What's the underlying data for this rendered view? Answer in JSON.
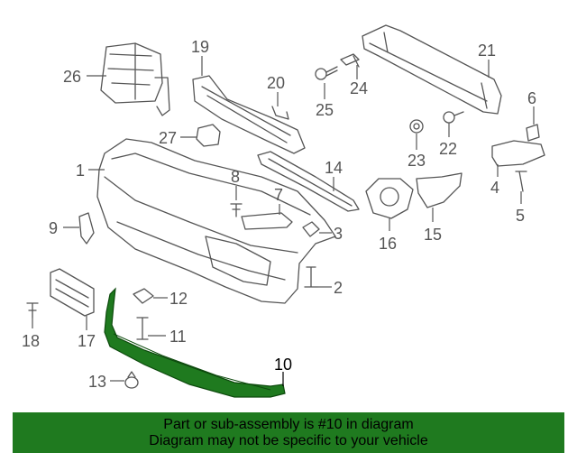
{
  "callouts": {
    "c1": "1",
    "c2": "2",
    "c3": "3",
    "c4": "4",
    "c5": "5",
    "c6": "6",
    "c7": "7",
    "c8": "8",
    "c9": "9",
    "c10": "10",
    "c11": "11",
    "c12": "12",
    "c13": "13",
    "c14": "14",
    "c15": "15",
    "c16": "16",
    "c17": "17",
    "c18": "18",
    "c19": "19",
    "c20": "20",
    "c21": "21",
    "c22": "22",
    "c23": "23",
    "c24": "24",
    "c25": "25",
    "c26": "26",
    "c27": "27"
  },
  "highlight": {
    "part": "10",
    "color": "#1f7a1f"
  },
  "banner": {
    "line1": "Part or sub-assembly is #10 in diagram",
    "line2": "Diagram may not be specific to your vehicle",
    "background": "#1f7a1f"
  }
}
